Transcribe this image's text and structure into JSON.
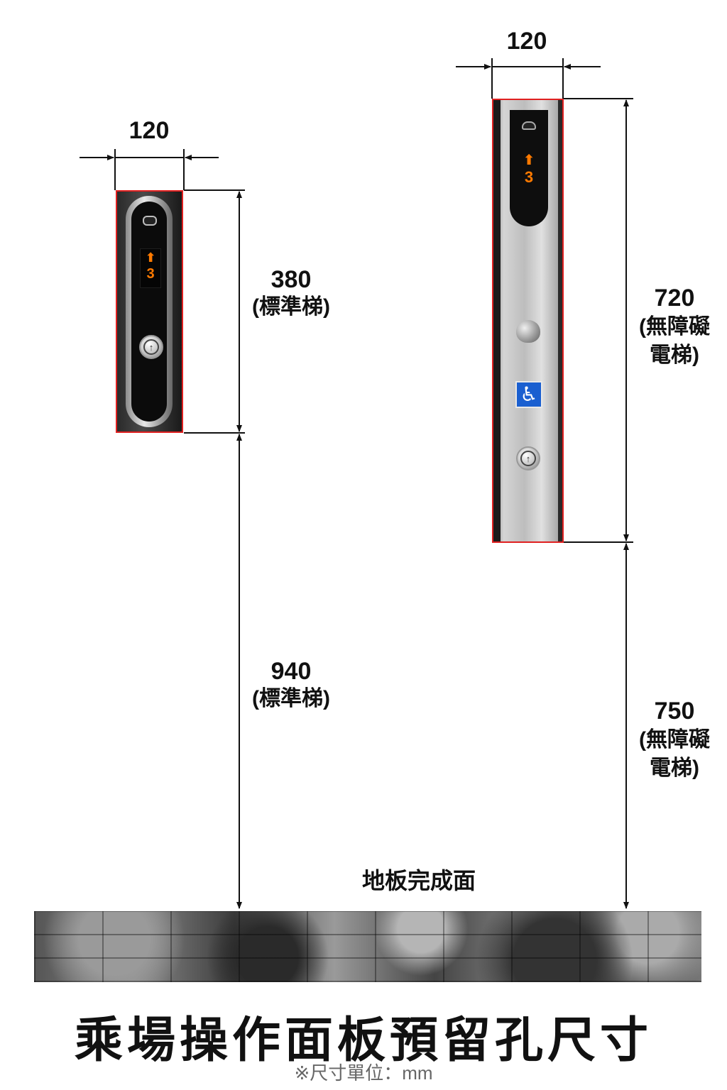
{
  "standard_panel": {
    "width": "120",
    "height": "380",
    "height_note": "(標準梯)",
    "floor_distance": "940",
    "floor_distance_note": "(標準梯)",
    "display": {
      "arrow": "⬆",
      "floor": "3"
    },
    "icons": [
      "card-reader-icon",
      "up-arrow-icon"
    ]
  },
  "accessible_panel": {
    "width": "120",
    "height": "720",
    "height_note": "(無障礙\n電梯)",
    "floor_distance": "750",
    "floor_distance_note": "(無障礙\n電梯)",
    "display": {
      "arrow": "⬆",
      "floor": "3"
    },
    "icons": [
      "card-reader-icon",
      "braille-key-icon",
      "wheelchair-icon",
      "up-arrow-icon"
    ],
    "wheelchair_symbol": "♿",
    "accent_color": "#1a5fd0"
  },
  "floor_label": "地板完成面",
  "title": "乘場操作面板預留孔尺寸",
  "unit_note": "※尺寸單位：mm",
  "colors": {
    "outline": "#e02020",
    "display_digits": "#ff7a00"
  },
  "button_symbol": "↑"
}
